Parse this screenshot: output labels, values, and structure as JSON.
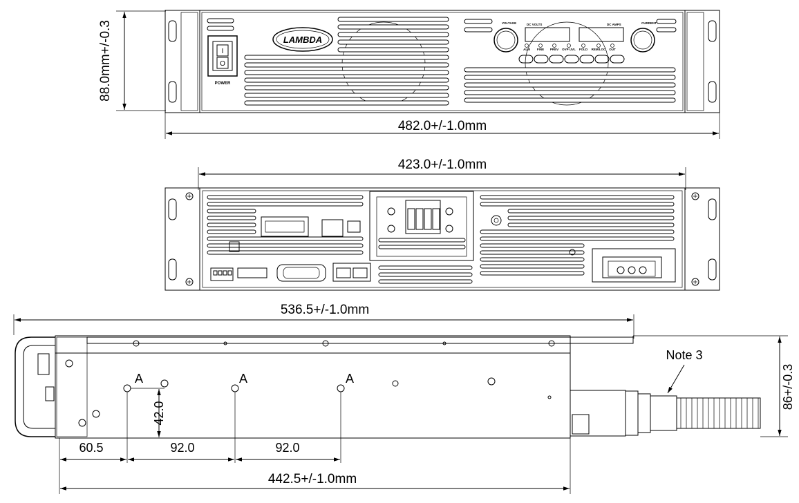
{
  "front_view": {
    "brand_logo": "LAMBDA",
    "power_label": "POWER",
    "switch_on_glyph": "I",
    "switch_off_glyph": "O",
    "voltage_label": "VOLTAGE",
    "current_label": "CURRENT",
    "dc_volts_label": "DC VOLTS",
    "dc_amps_label": "DC AMPS",
    "indicator_labels": [
      "ALM",
      "FINE",
      "PREV",
      "OVP UVL",
      "FOLD",
      "REM/LOC",
      "OUT"
    ],
    "width_dimension": "482.0+/-1.0mm",
    "height_dimension": "88.0mm+/-0.3"
  },
  "rear_view": {
    "width_dimension": "423.0+/-1.0mm"
  },
  "side_view": {
    "overall_length": "536.5+/-1.0mm",
    "body_length": "442.5+/-1.0mm",
    "height": "86+/-0.3",
    "note": "Note 3",
    "mount_point_label": "A",
    "hole_height": "42.0",
    "spacing_1": "60.5",
    "spacing_2": "92.0",
    "spacing_3": "92.0"
  }
}
